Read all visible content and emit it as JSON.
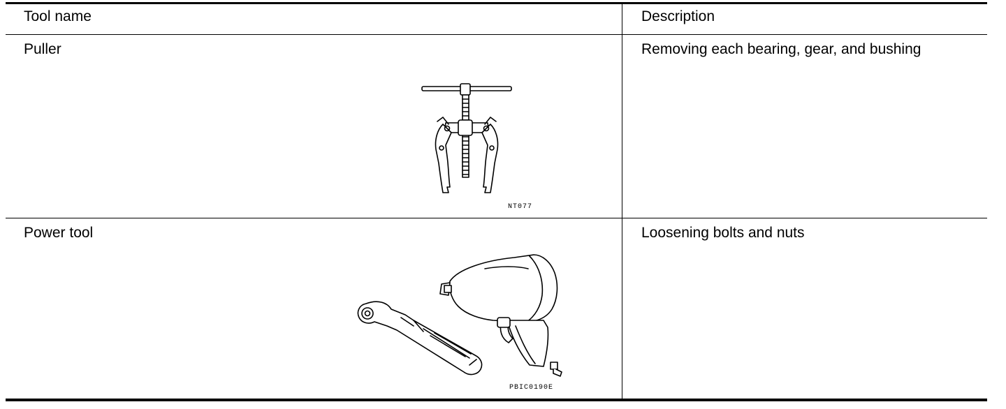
{
  "table": {
    "headers": {
      "tool_name": "Tool name",
      "description": "Description"
    },
    "rows": [
      {
        "tool_name": "Puller",
        "description": "Removing each bearing, gear, and bushing",
        "figure_code": "NT077",
        "icon": "gear-puller-illustration"
      },
      {
        "tool_name": "Power tool",
        "description": "Loosening bolts and nuts",
        "figure_code": "PBIC0190E",
        "icon": "pneumatic-power-tools-illustration"
      }
    ]
  }
}
